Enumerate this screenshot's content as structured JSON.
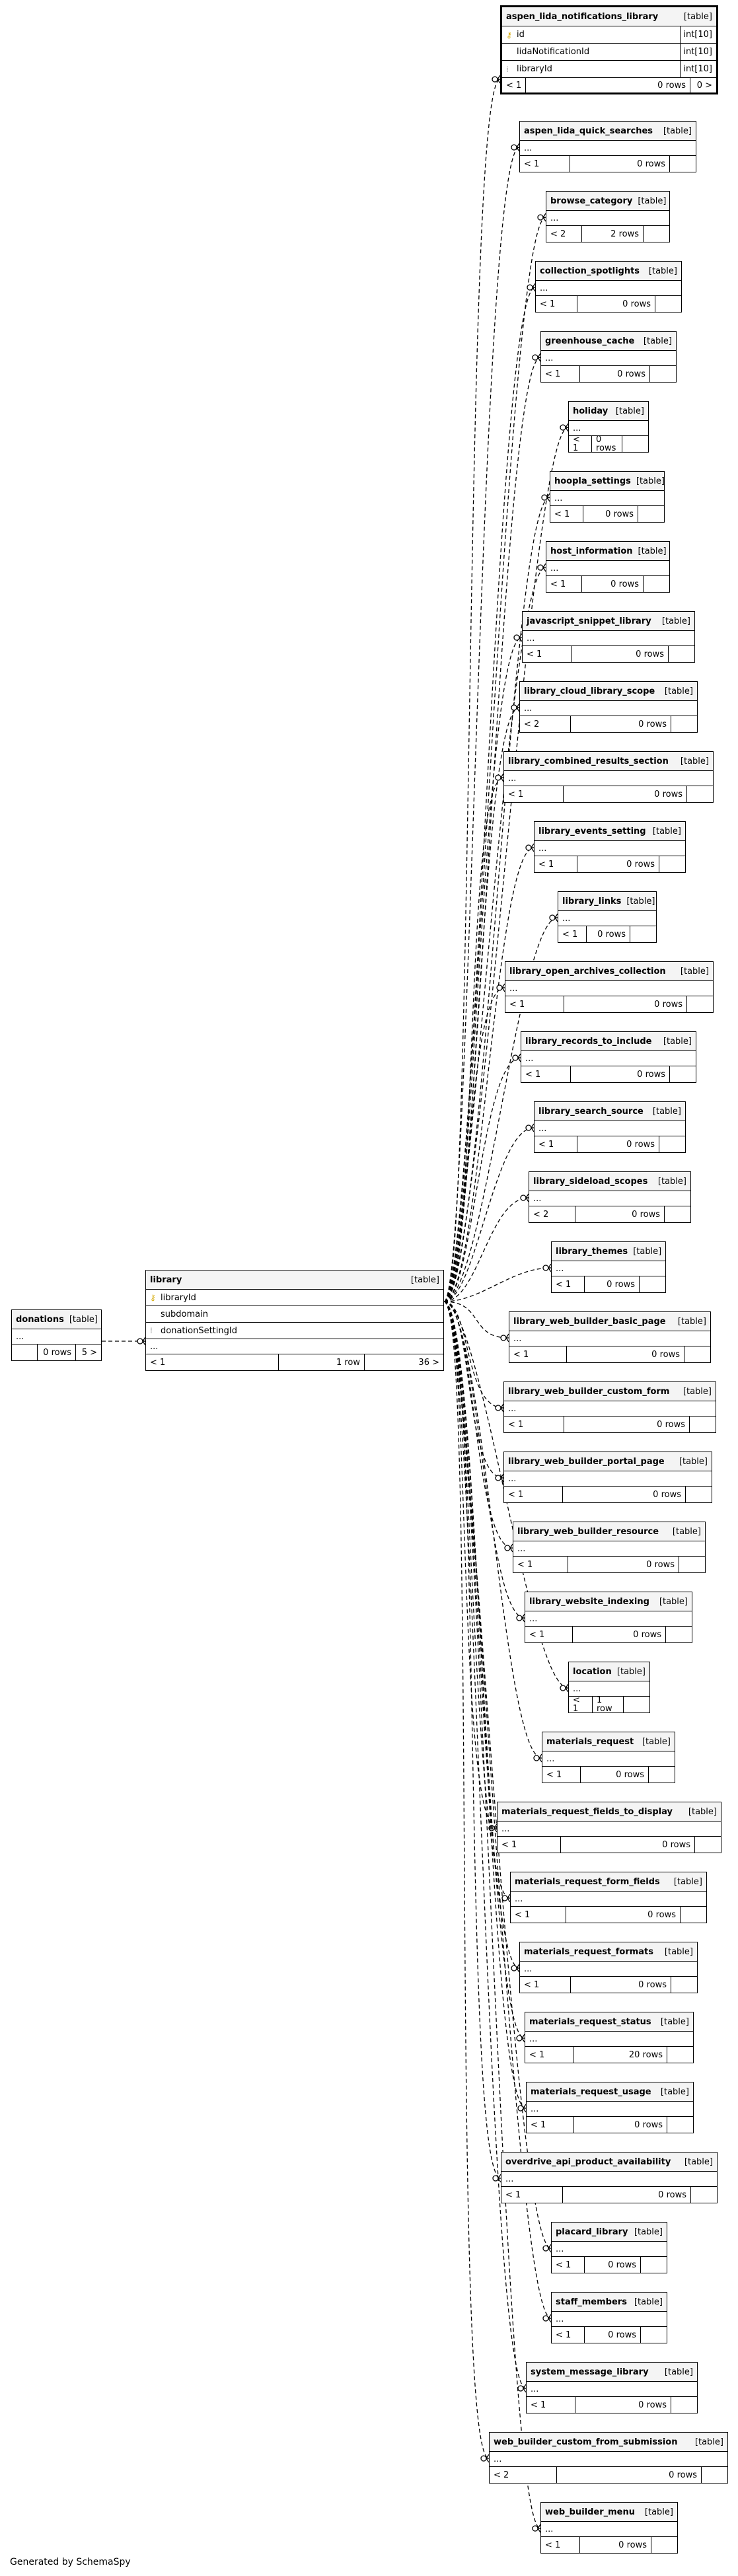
{
  "generated_by": "Generated by SchemaSpy",
  "table_kind": "[table]",
  "ellipsis": "...",
  "focus": {
    "name": "aspen_lida_notifications_library",
    "columns": [
      {
        "name": "id",
        "type": "int[10]",
        "key": "pk"
      },
      {
        "name": "lidaNotificationId",
        "type": "int[10]",
        "key": ""
      },
      {
        "name": "libraryId",
        "type": "int[10]",
        "key": "fk"
      }
    ],
    "footer": {
      "parents": "< 1",
      "rows": "0 rows",
      "children": "0 >"
    }
  },
  "library": {
    "name": "library",
    "columns": [
      {
        "name": "libraryId",
        "key": "pk"
      },
      {
        "name": "subdomain",
        "key": ""
      },
      {
        "name": "donationSettingId",
        "key": "fk"
      }
    ],
    "footer": {
      "parents": "< 1",
      "rows": "1 row",
      "children": "36 >"
    }
  },
  "donations": {
    "name": "donations",
    "footer": {
      "parents": "",
      "rows": "0 rows",
      "children": "5 >"
    }
  },
  "children": [
    {
      "name": "aspen_lida_quick_searches",
      "parents": "< 1",
      "rows": "0 rows"
    },
    {
      "name": "browse_category",
      "parents": "< 2",
      "rows": "2 rows"
    },
    {
      "name": "collection_spotlights",
      "parents": "< 1",
      "rows": "0 rows"
    },
    {
      "name": "greenhouse_cache",
      "parents": "< 1",
      "rows": "0 rows"
    },
    {
      "name": "holiday",
      "parents": "< 1",
      "rows": "0 rows"
    },
    {
      "name": "hoopla_settings",
      "parents": "< 1",
      "rows": "0 rows"
    },
    {
      "name": "host_information",
      "parents": "< 1",
      "rows": "0 rows"
    },
    {
      "name": "javascript_snippet_library",
      "parents": "< 1",
      "rows": "0 rows"
    },
    {
      "name": "library_cloud_library_scope",
      "parents": "< 2",
      "rows": "0 rows"
    },
    {
      "name": "library_combined_results_section",
      "parents": "< 1",
      "rows": "0 rows"
    },
    {
      "name": "library_events_setting",
      "parents": "< 1",
      "rows": "0 rows"
    },
    {
      "name": "library_links",
      "parents": "< 1",
      "rows": "0 rows"
    },
    {
      "name": "library_open_archives_collection",
      "parents": "< 1",
      "rows": "0 rows"
    },
    {
      "name": "library_records_to_include",
      "parents": "< 1",
      "rows": "0 rows"
    },
    {
      "name": "library_search_source",
      "parents": "< 1",
      "rows": "0 rows"
    },
    {
      "name": "library_sideload_scopes",
      "parents": "< 2",
      "rows": "0 rows"
    },
    {
      "name": "library_themes",
      "parents": "< 1",
      "rows": "0 rows"
    },
    {
      "name": "library_web_builder_basic_page",
      "parents": "< 1",
      "rows": "0 rows"
    },
    {
      "name": "library_web_builder_custom_form",
      "parents": "< 1",
      "rows": "0 rows"
    },
    {
      "name": "library_web_builder_portal_page",
      "parents": "< 1",
      "rows": "0 rows"
    },
    {
      "name": "library_web_builder_resource",
      "parents": "< 1",
      "rows": "0 rows"
    },
    {
      "name": "library_website_indexing",
      "parents": "< 1",
      "rows": "0 rows"
    },
    {
      "name": "location",
      "parents": "< 1",
      "rows": "1 row"
    },
    {
      "name": "materials_request",
      "parents": "< 1",
      "rows": "0 rows"
    },
    {
      "name": "materials_request_fields_to_display",
      "parents": "< 1",
      "rows": "0 rows"
    },
    {
      "name": "materials_request_form_fields",
      "parents": "< 1",
      "rows": "0 rows"
    },
    {
      "name": "materials_request_formats",
      "parents": "< 1",
      "rows": "0 rows"
    },
    {
      "name": "materials_request_status",
      "parents": "< 1",
      "rows": "20 rows"
    },
    {
      "name": "materials_request_usage",
      "parents": "< 1",
      "rows": "0 rows"
    },
    {
      "name": "overdrive_api_product_availability",
      "parents": "< 1",
      "rows": "0 rows"
    },
    {
      "name": "placard_library",
      "parents": "< 1",
      "rows": "0 rows"
    },
    {
      "name": "staff_members",
      "parents": "< 1",
      "rows": "0 rows"
    },
    {
      "name": "system_message_library",
      "parents": "< 1",
      "rows": "0 rows"
    },
    {
      "name": "web_builder_custom_from_submission",
      "parents": "< 2",
      "rows": "0 rows"
    },
    {
      "name": "web_builder_menu",
      "parents": "< 1",
      "rows": "0 rows"
    }
  ]
}
